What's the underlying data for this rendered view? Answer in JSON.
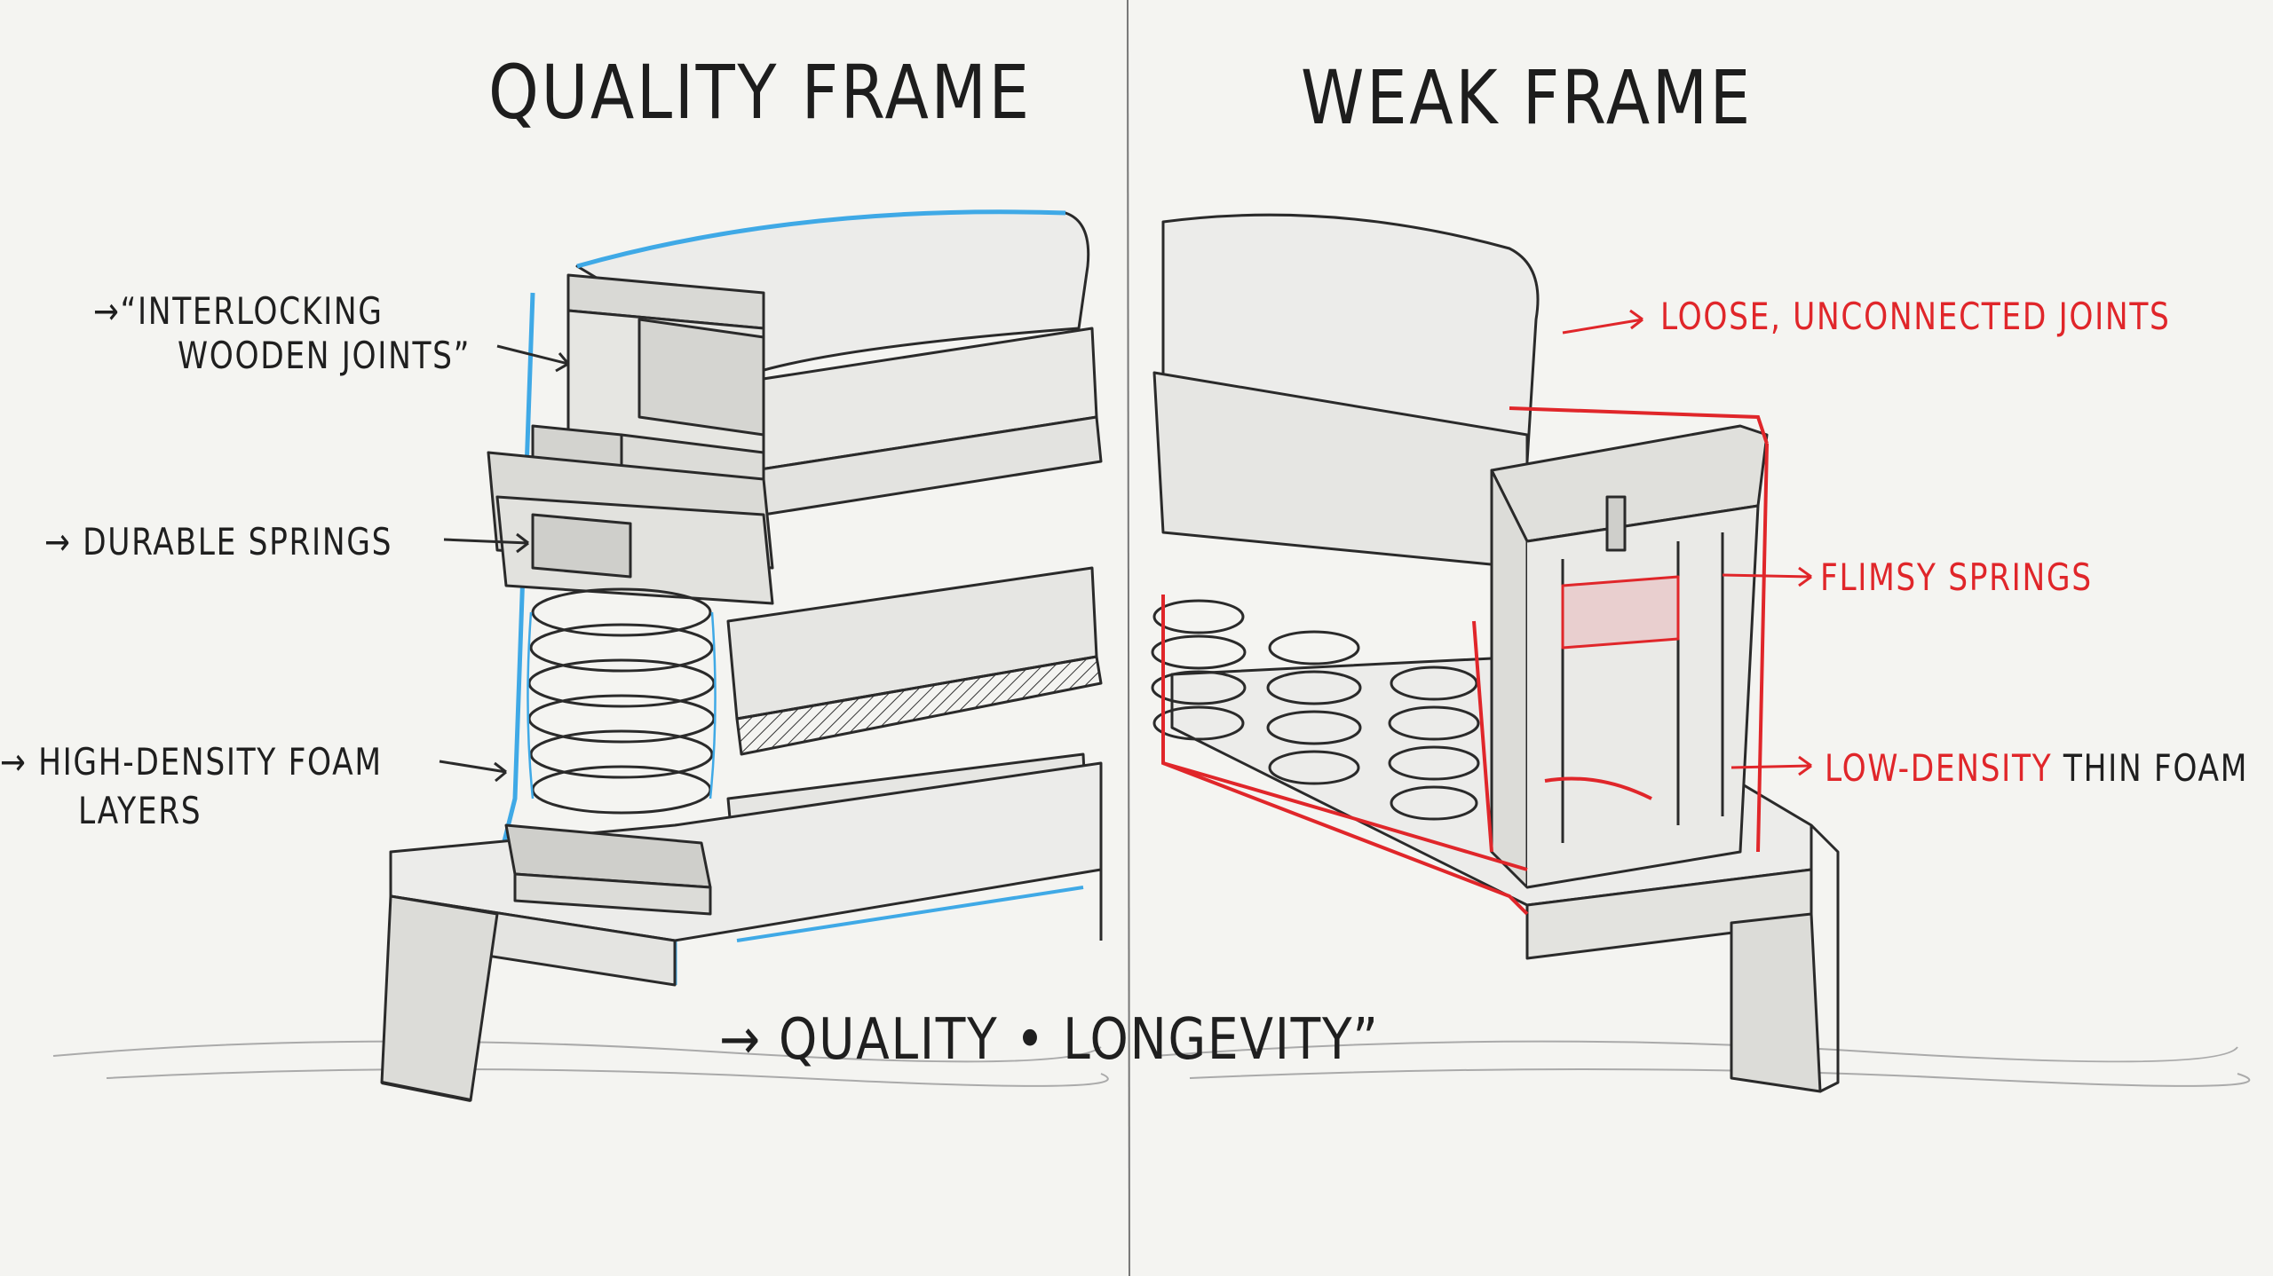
{
  "titles": {
    "left": "QUALITY FRAME",
    "right": "WEAK FRAME"
  },
  "left_labels": {
    "joints_line1": "“INTERLOCKING",
    "joints_line2": "WOODEN JOINTS”",
    "springs": "DURABLE SPRINGS",
    "foam_line1": "HIGH-DENSITY FOAM",
    "foam_line2": "LAYERS"
  },
  "right_labels": {
    "joints": "LOOSE, UNCONNECTED JOINTS",
    "springs": "FLIMSY SPRINGS",
    "foam_red": "LOW-DENSITY",
    "foam_black": "THIN FOAM"
  },
  "bottom_caption": "QUALITY • LONGEVITY”",
  "colors": {
    "paper": "#f4f4f1",
    "pencil": "#2a2a2a",
    "quality_accent": "#3fa9e6",
    "weak_accent": "#e0262a"
  },
  "arrow_glyph": "→"
}
